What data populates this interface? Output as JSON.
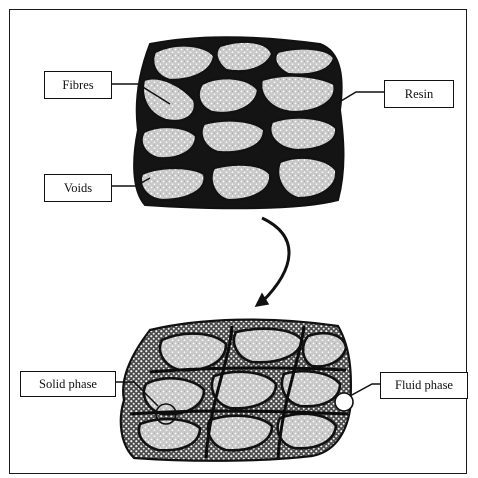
{
  "labels": {
    "fibres": "Fibres",
    "resin": "Resin",
    "voids": "Voids",
    "solid_phase": "Solid phase",
    "fluid_phase": "Fluid phase"
  },
  "colors": {
    "ink": "#111111",
    "fibre_fill": "#c8c8c8",
    "resin_fill": "#1c1c1c",
    "dot": "#ffffff"
  }
}
